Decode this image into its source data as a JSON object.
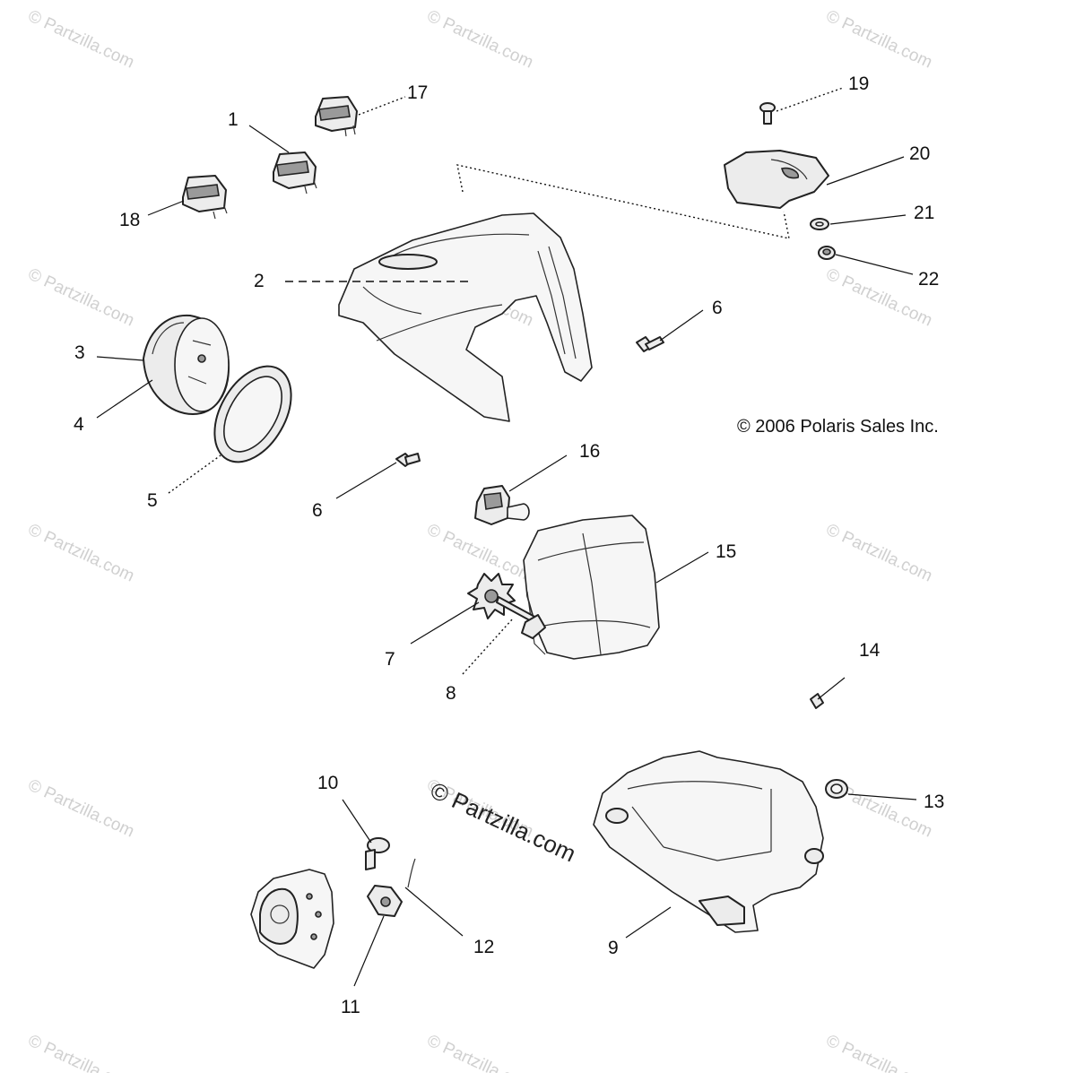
{
  "copyright": "© 2006 Polaris Sales Inc.",
  "watermark": {
    "tile_text": "© Partzilla.com",
    "center_text": "© Partzilla.com"
  },
  "callouts": [
    {
      "id": "1",
      "label": "1"
    },
    {
      "id": "2",
      "label": "2"
    },
    {
      "id": "3",
      "label": "3"
    },
    {
      "id": "4",
      "label": "4"
    },
    {
      "id": "5",
      "label": "5"
    },
    {
      "id": "6a",
      "label": "6"
    },
    {
      "id": "6b",
      "label": "6"
    },
    {
      "id": "7",
      "label": "7"
    },
    {
      "id": "8",
      "label": "8"
    },
    {
      "id": "9",
      "label": "9"
    },
    {
      "id": "10",
      "label": "10"
    },
    {
      "id": "11",
      "label": "11"
    },
    {
      "id": "12",
      "label": "12"
    },
    {
      "id": "13",
      "label": "13"
    },
    {
      "id": "14",
      "label": "14"
    },
    {
      "id": "15",
      "label": "15"
    },
    {
      "id": "16",
      "label": "16"
    },
    {
      "id": "17",
      "label": "17"
    },
    {
      "id": "18",
      "label": "18"
    },
    {
      "id": "19",
      "label": "19"
    },
    {
      "id": "20",
      "label": "20"
    },
    {
      "id": "21",
      "label": "21"
    },
    {
      "id": "22",
      "label": "22"
    }
  ]
}
